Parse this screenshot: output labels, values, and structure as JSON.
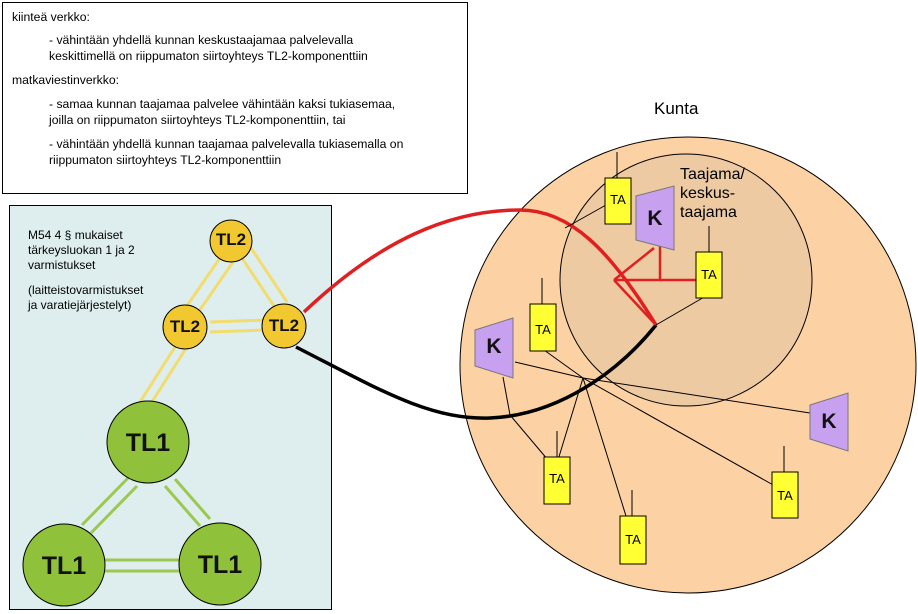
{
  "info_box": {
    "fixed_heading": "kiinteä verkko:",
    "fixed_item_1_line_1": "- vähintään yhdellä kunnan keskustaajamaa palvelevalla",
    "fixed_item_1_line_2": "keskittimellä on riippumaton siirtoyhteys TL2-komponenttiin",
    "mobile_heading": "matkaviestinverkko:",
    "mobile_item_1_line_1": "- samaa kunnan taajamaa palvelee vähintään kaksi tukiasemaa,",
    "mobile_item_1_line_2": "joilla on riippumaton siirtoyhteys TL2-komponenttiin, tai",
    "mobile_item_2_line_1": "- vähintään yhdellä kunnan taajamaa palvelevalla tukiasemalla on",
    "mobile_item_2_line_2": "riippumaton siirtoyhteys TL2-komponenttiin"
  },
  "panel": {
    "line_1": "M54 4 § mukaiset",
    "line_2": "tärkeysluokan 1 ja 2",
    "line_3": "varmistukset",
    "note_1": "(laitteistovarmistukset",
    "note_2": "ja varatiejärjestelyt)"
  },
  "nodes": {
    "tl2_top": "TL2",
    "tl2_left": "TL2",
    "tl2_right": "TL2",
    "tl1_top": "TL1",
    "tl1_left": "TL1",
    "tl1_right": "TL1"
  },
  "municipality": {
    "label": "Kunta",
    "center_line_1": "Taajama/",
    "center_line_2": "keskus-",
    "center_line_3": "taajama"
  },
  "station_label": "TA",
  "concentrator_label": "K",
  "colors": {
    "tl2_fill": "#f2c831",
    "tl1_fill": "#8fc23a",
    "municipality_fill": "#fcd2a4",
    "center_fill": "#eecaa2",
    "station_fill": "#ffff33",
    "concentrator_fill": "#c8a0f0",
    "red_link": "#e02020",
    "black_link": "#000000"
  }
}
